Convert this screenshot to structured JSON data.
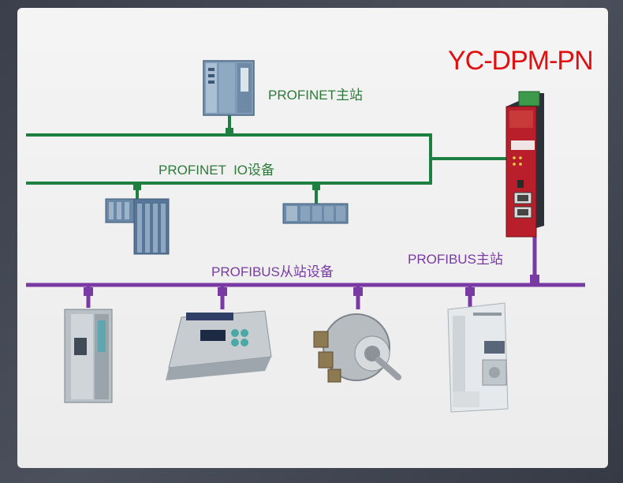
{
  "title": "YC-DPM-PN",
  "labels": {
    "profinet_master": "PROFINET主站",
    "profinet_io": "PROFINET  IO设备",
    "profibus_master": "PROFIBUS主站",
    "profibus_slaves": "PROFIBUS从站设备"
  },
  "colors": {
    "profinet": "#1e8040",
    "profinet_text": "#2d7a3a",
    "profibus": "#7a3aa3",
    "profibus_text": "#7a3aa3",
    "title": "#e01010"
  }
}
